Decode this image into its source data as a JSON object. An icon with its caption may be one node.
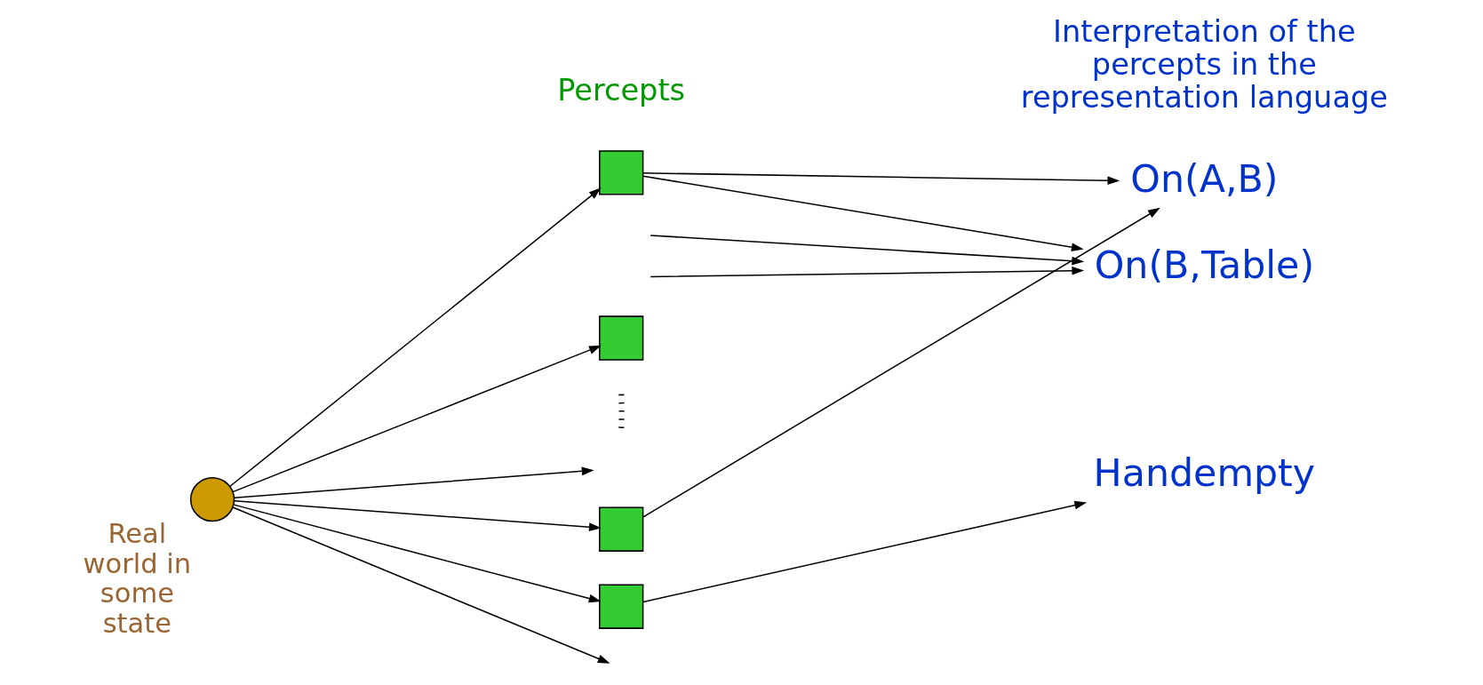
{
  "diagram": {
    "nodes": [
      {
        "text": [],
        "shape": "circle",
        "beside": [
          "Real world in some state"
        ]
      },
      {
        "text": [],
        "shape": "box"
      },
      {
        "text": [],
        "shape": "box"
      },
      {
        "text": [],
        "shape": "box"
      },
      {
        "text": [],
        "shape": "box"
      },
      {
        "text": [
          "On(A,B)"
        ]
      },
      {
        "text": [
          "On(B,Table)"
        ]
      },
      {
        "text": [
          "Handempty"
        ]
      }
    ],
    "edges": [
      {
        "from": 0,
        "to": 1,
        "arrow": "to"
      },
      {
        "from": 0,
        "to": 2,
        "arrow": "to"
      },
      {
        "from": 0,
        "to": null,
        "arrow": "to"
      },
      {
        "from": 0,
        "to": null,
        "arrow": "to"
      },
      {
        "from": 0,
        "to": 3,
        "arrow": "to"
      },
      {
        "from": 0,
        "to": 4,
        "arrow": "to"
      },
      {
        "from": 1,
        "to": 5,
        "arrow": "to"
      },
      {
        "from": 1,
        "to": 6,
        "arrow": "to"
      },
      {
        "from": null,
        "to": 6,
        "arrow": "to"
      },
      {
        "from": null,
        "to": 6,
        "arrow": "to"
      },
      {
        "from": 3,
        "to": 5,
        "arrow": "to"
      },
      {
        "from": 4,
        "to": 7,
        "arrow": "to"
      }
    ],
    "labels": [
      "Percepts",
      "Interpretation of the percepts in the representation language"
    ]
  }
}
